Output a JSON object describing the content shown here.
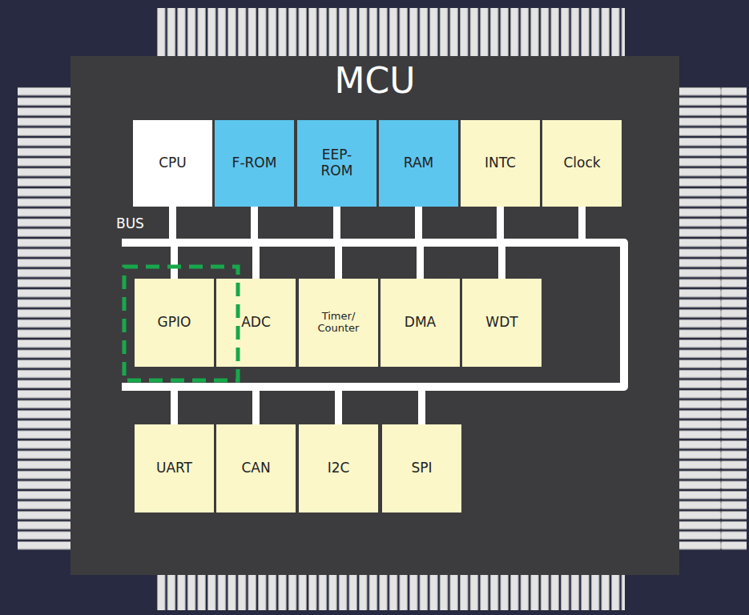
{
  "diagram": {
    "nodes": [
      {
        "text": [
          "MCU"
        ]
      },
      {
        "text": [
          "CPU"
        ],
        "in": 0
      },
      {
        "text": [
          "F-ROM"
        ],
        "in": 0
      },
      {
        "text": [
          "EEP- ROM"
        ],
        "in": 0
      },
      {
        "text": [
          "RAM"
        ],
        "in": 0
      },
      {
        "text": [
          "INTC"
        ],
        "in": 0
      },
      {
        "text": [
          "Clock"
        ],
        "in": 0
      },
      {
        "text": [
          "BUS"
        ],
        "in": 0
      },
      {
        "text": [
          "GPIO"
        ],
        "in": 0
      },
      {
        "text": [
          "ADC"
        ],
        "in": 0
      },
      {
        "text": [
          "Timer/ Counter"
        ],
        "in": 0
      },
      {
        "text": [
          "DMA"
        ],
        "in": 0
      },
      {
        "text": [
          "WDT"
        ],
        "in": 0
      },
      {
        "text": [
          "UART"
        ],
        "in": 0
      },
      {
        "text": [
          "CAN"
        ],
        "in": 0
      },
      {
        "text": [
          "I2C"
        ],
        "in": 0
      },
      {
        "text": [
          "SPI"
        ],
        "in": 0
      }
    ],
    "edges": [
      {
        "from": 1,
        "to": 7,
        "arrow": "none"
      },
      {
        "from": 2,
        "to": 7,
        "arrow": "none"
      },
      {
        "from": 3,
        "to": 7,
        "arrow": "none"
      },
      {
        "from": 4,
        "to": 7,
        "arrow": "none"
      },
      {
        "from": 5,
        "to": 7,
        "arrow": "none"
      },
      {
        "from": 6,
        "to": 7,
        "arrow": "none"
      },
      {
        "from": 7,
        "to": 8,
        "arrow": "none"
      },
      {
        "from": 7,
        "to": 9,
        "arrow": "none"
      },
      {
        "from": 7,
        "to": 10,
        "arrow": "none"
      },
      {
        "from": 7,
        "to": 11,
        "arrow": "none"
      },
      {
        "from": 7,
        "to": 12,
        "arrow": "none"
      },
      {
        "from": 7,
        "to": 13,
        "arrow": "none"
      },
      {
        "from": 7,
        "to": 14,
        "arrow": "none"
      },
      {
        "from": 7,
        "to": 15,
        "arrow": "none"
      },
      {
        "from": 7,
        "to": 16,
        "arrow": "none"
      }
    ]
  }
}
